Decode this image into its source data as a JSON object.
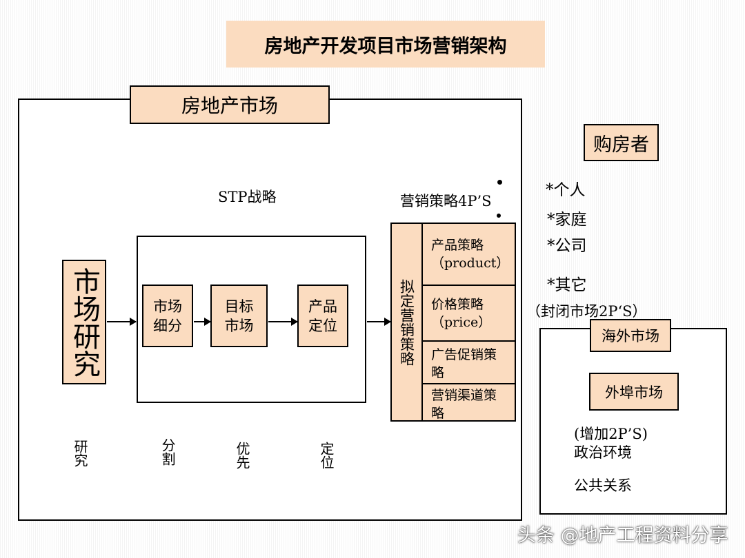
{
  "title": "房地产开发项目市场营销架构",
  "market": {
    "label": "房地产市场",
    "stp_label": "STP战略",
    "marketing_label": "营销策略4P’S",
    "research": "市场研究",
    "stp_steps": [
      "市场细分",
      "目标市场",
      "产品定位"
    ],
    "plan_strategy": "拟定营销策略",
    "strategies": [
      {
        "name": "产品策略",
        "sub": "（product）"
      },
      {
        "name": "价格策略",
        "sub": "（price）"
      },
      {
        "name": "广告促销策略",
        "sub": ""
      },
      {
        "name": "营销渠道策略",
        "sub": ""
      }
    ],
    "bottom_labels": [
      "研究",
      "分割",
      "优先",
      "定位"
    ]
  },
  "buyers": {
    "label": "购房者",
    "items": [
      "*个人",
      "*家庭",
      "*公司",
      "*其它"
    ],
    "closed_note": "（封闭市场2P‘S）"
  },
  "overseas": {
    "label": "海外市场",
    "outport_label": "外埠市场",
    "add_note": "(增加2P’S)",
    "politics": "政治环境",
    "public_relations": "公共关系"
  },
  "watermark": "头条 @地产工程资料分享"
}
